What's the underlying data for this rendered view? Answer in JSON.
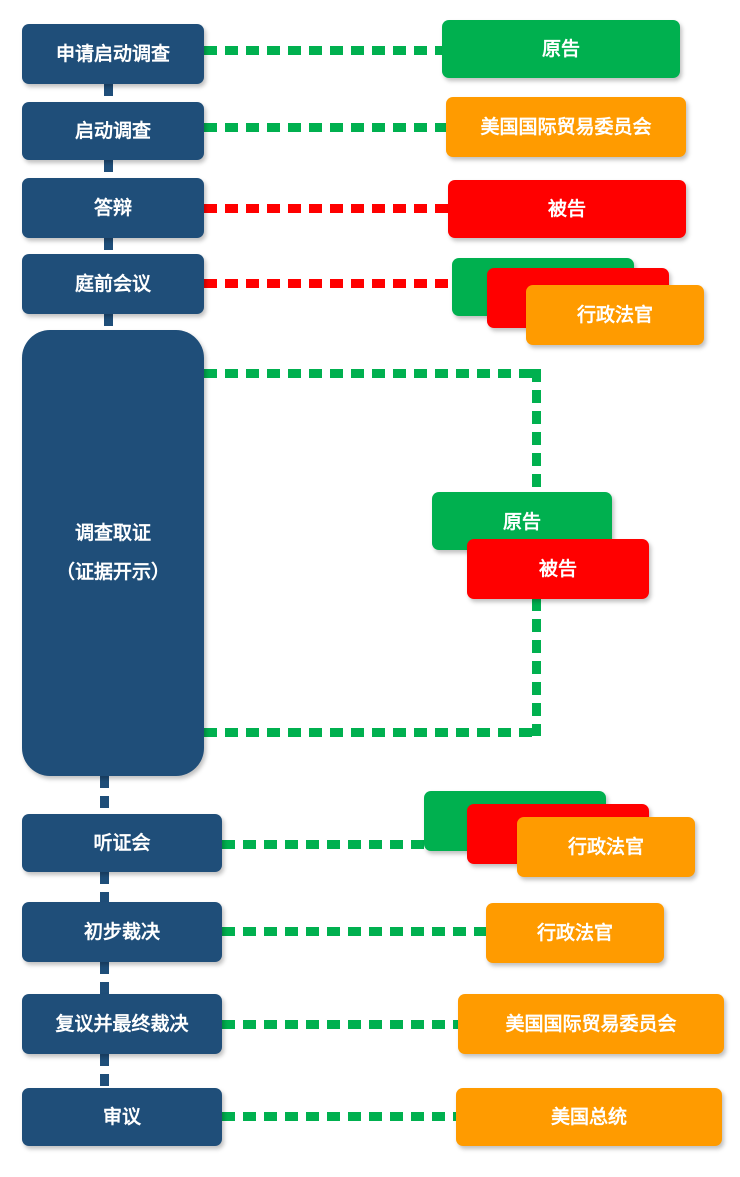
{
  "steps": {
    "s1": "申请启动调查",
    "s2": "启动调查",
    "s3": "答辩",
    "s4": "庭前会议",
    "s5_line1": "调查取证",
    "s5_line2": "（证据开示）",
    "s6": "听证会",
    "s7": "初步裁决",
    "s8": "复议并最终裁决",
    "s9": "审议"
  },
  "parties": {
    "p1": "原告",
    "p2": "美国国际贸易委员会",
    "p3": "被告",
    "p4": "行政法官",
    "p5_a": "原告",
    "p5_b": "被告",
    "p6": "行政法官",
    "p7": "行政法官",
    "p8": "美国国际贸易委员会",
    "p9": "美国总统"
  },
  "colors": {
    "step": "#1f4e79",
    "plaintiff": "#00b04f",
    "defendant": "#ff0000",
    "official": "#ff9b00"
  }
}
